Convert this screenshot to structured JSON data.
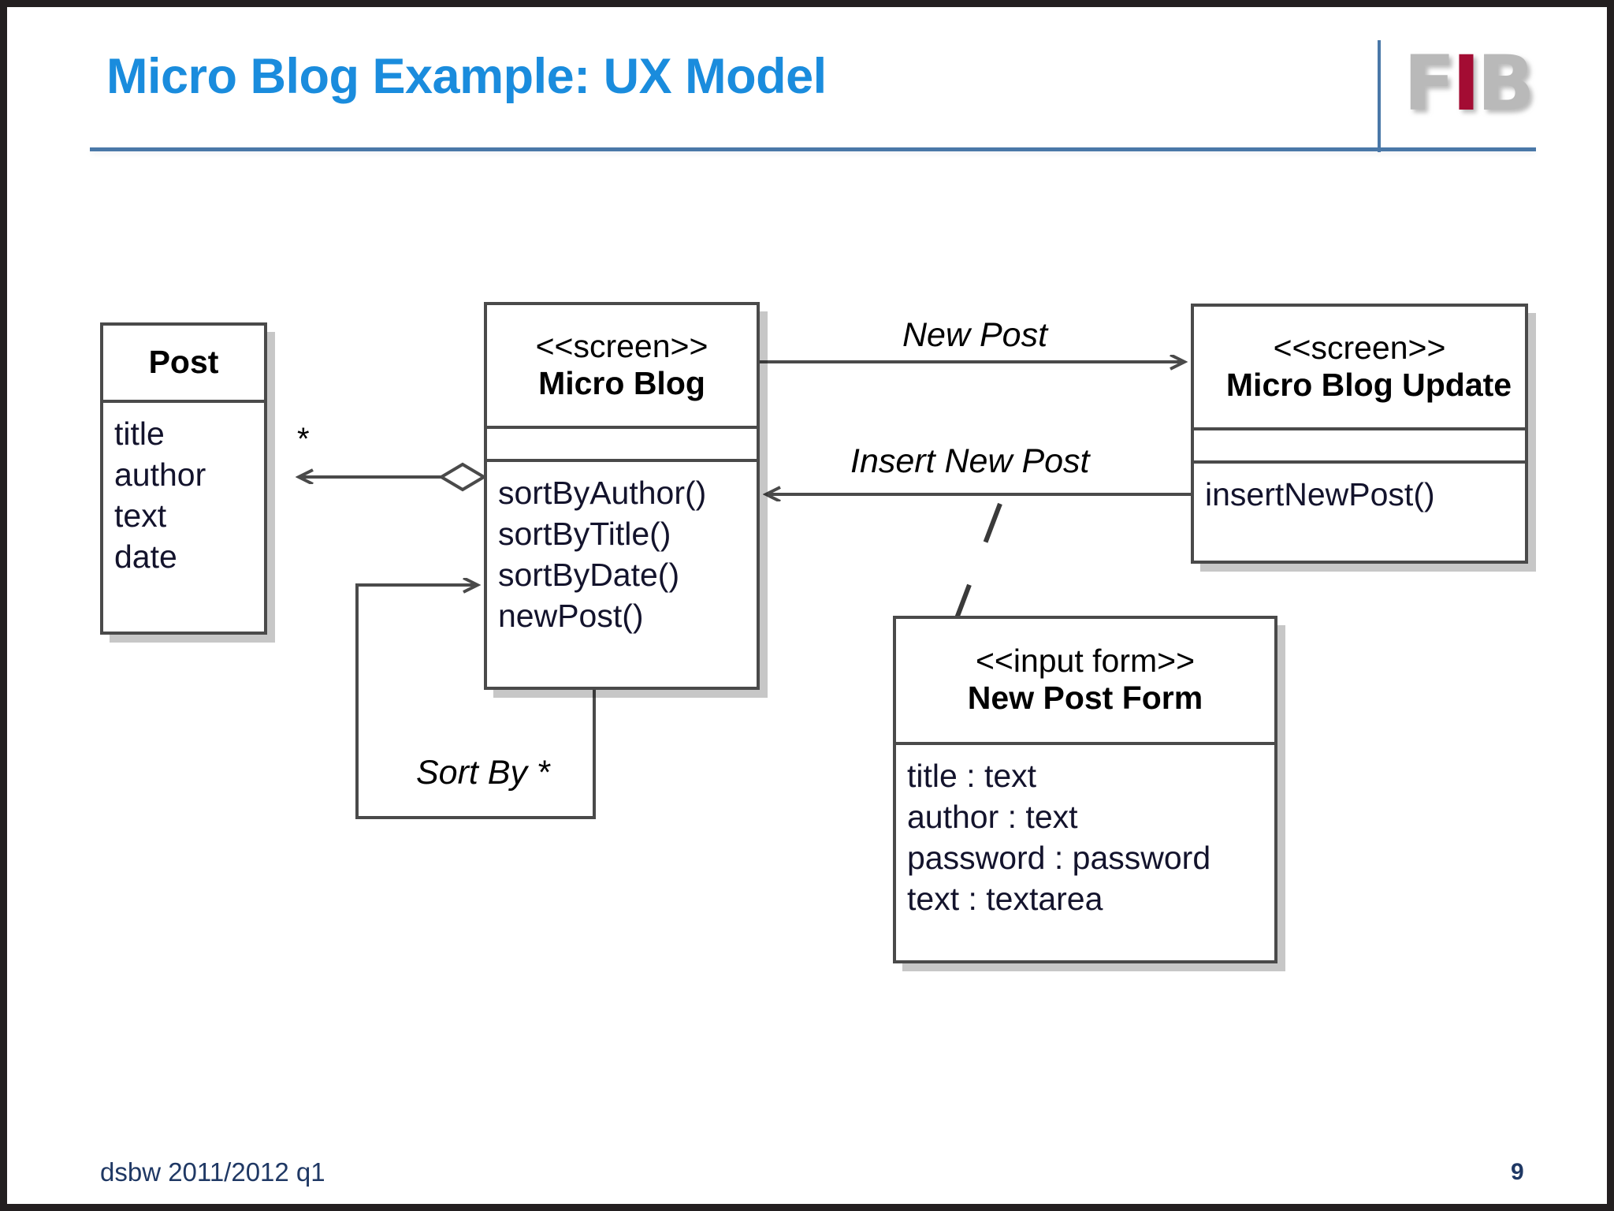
{
  "slide": {
    "title": "Micro Blog Example: UX Model",
    "title_color": "#1a8cdd",
    "rule_color": "#4a78a8",
    "footer": "dsbw  2011/2012 q1",
    "page_number": "9",
    "footer_color": "#1f3864"
  },
  "logo": {
    "letter_f": "F",
    "letter_i": "I",
    "letter_b": "B",
    "gray": "#b9b9b9",
    "red": "#a30c33"
  },
  "diagram": {
    "type": "uml-class-diagram",
    "classes": [
      {
        "id": "post",
        "stereotype": "",
        "name": "Post",
        "members": [
          "title",
          "author",
          "text",
          "date"
        ],
        "operations": []
      },
      {
        "id": "micro-blog",
        "stereotype": "<<screen>>",
        "name": "Micro Blog",
        "members": [],
        "operations": [
          "sortByAuthor()",
          "sortByTitle()",
          "sortByDate()",
          "newPost()"
        ]
      },
      {
        "id": "micro-blog-update",
        "stereotype": "<<screen>>",
        "name": "Micro Blog Update",
        "members": [],
        "operations": [
          "insertNewPost()"
        ]
      },
      {
        "id": "new-post-form",
        "stereotype": "<<input form>>",
        "name": "New Post Form",
        "members": [
          "title : text",
          "author : text",
          "password : password",
          "text : textarea"
        ],
        "operations": []
      }
    ],
    "relationships": [
      {
        "id": "aggregation-post",
        "from": "micro-blog",
        "to": "post",
        "kind": "aggregation",
        "label": "",
        "multiplicity": "*"
      },
      {
        "id": "navigation-new-post",
        "from": "micro-blog",
        "to": "micro-blog-update",
        "kind": "navigation",
        "label": "New Post",
        "multiplicity": ""
      },
      {
        "id": "navigation-insert-new-post",
        "from": "micro-blog-update",
        "to": "micro-blog",
        "kind": "navigation",
        "label": "Insert New Post",
        "multiplicity": ""
      },
      {
        "id": "self-loop-sort-by",
        "from": "micro-blog",
        "to": "micro-blog",
        "kind": "navigation",
        "label": "Sort By  *",
        "multiplicity": "*"
      },
      {
        "id": "dependency-form",
        "from": "new-post-form",
        "to": "navigation-insert-new-post",
        "kind": "dashed-link",
        "label": "",
        "multiplicity": ""
      }
    ]
  }
}
